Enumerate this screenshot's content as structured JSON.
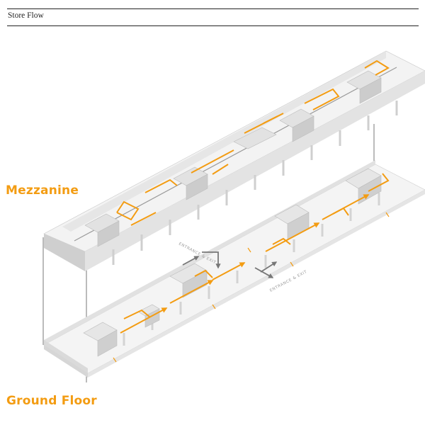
{
  "header": {
    "title": "Store Flow"
  },
  "floors": {
    "mezzanine": "Mezzanine",
    "ground": "Ground Floor"
  },
  "signage": {
    "entrance_exit_1": "ENTRANCE & EXIT",
    "entrance_exit_2": "ENTRANCE & EXIT"
  },
  "colors": {
    "flow_accent": "#f39c12",
    "building_gray": "#d9d9d9",
    "floor_light": "#f4f4f4"
  }
}
